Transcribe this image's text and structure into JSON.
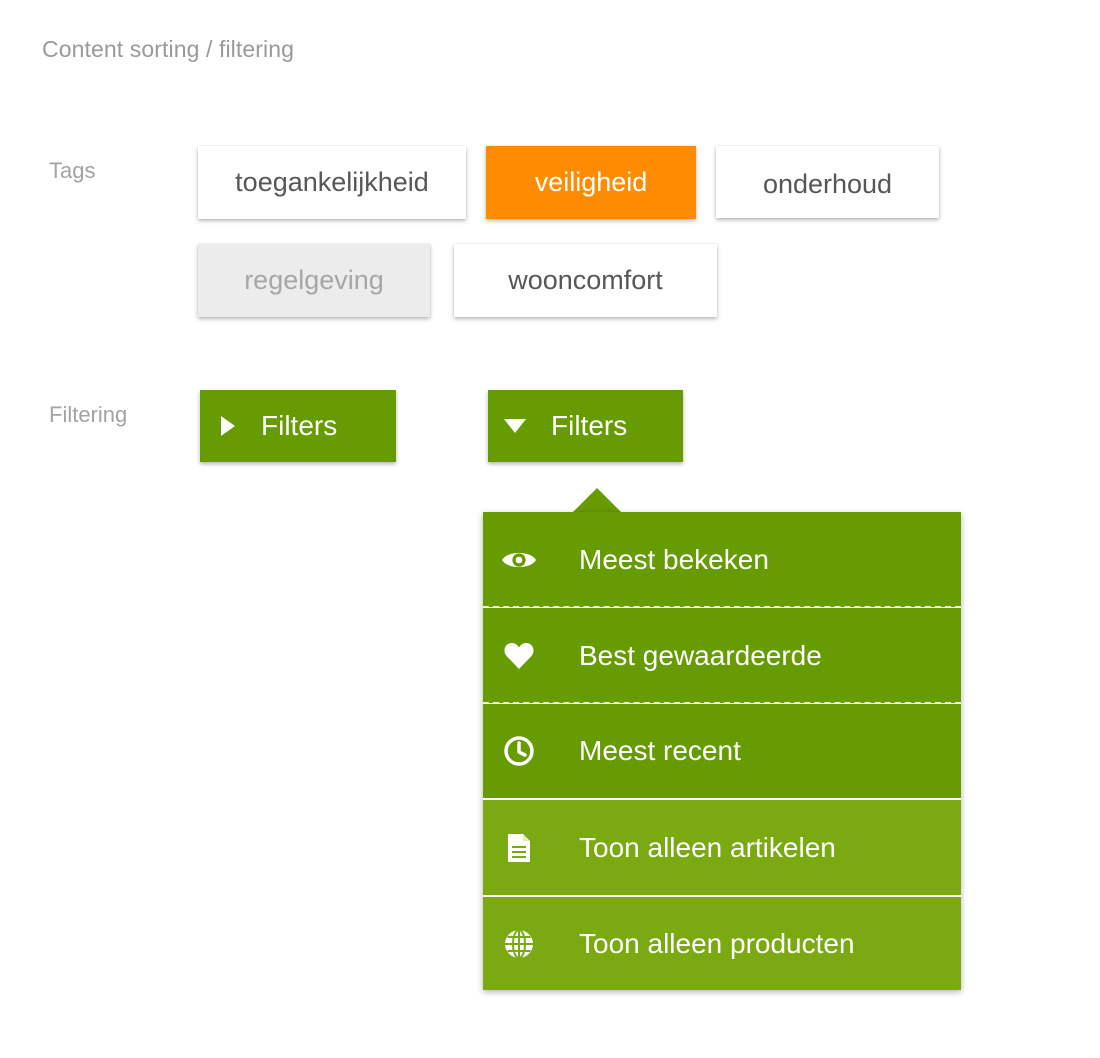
{
  "page": {
    "title": "Content sorting / filtering"
  },
  "tags_section": {
    "label": "Tags",
    "tags": [
      {
        "label": "toegankelijkheid",
        "state": "default"
      },
      {
        "label": "veiligheid",
        "state": "active"
      },
      {
        "label": "onderhoud",
        "state": "default"
      },
      {
        "label": "regelgeving",
        "state": "disabled"
      },
      {
        "label": "wooncomfort",
        "state": "default"
      }
    ]
  },
  "filtering_section": {
    "label": "Filtering",
    "collapsed_button": {
      "label": "Filters",
      "icon": "caret-right-icon"
    },
    "expanded_button": {
      "label": "Filters",
      "icon": "caret-down-icon"
    },
    "dropdown_items": [
      {
        "label": "Meest bekeken",
        "icon": "eye-icon"
      },
      {
        "label": "Best gewaardeerde",
        "icon": "heart-icon"
      },
      {
        "label": "Meest recent",
        "icon": "clock-icon"
      },
      {
        "label": "Toon alleen artikelen",
        "icon": "document-icon"
      },
      {
        "label": "Toon alleen producten",
        "icon": "globe-icon"
      }
    ]
  },
  "colors": {
    "accent_orange": "#ff8c00",
    "filter_green": "#669b01",
    "filter_green_light": "#7aa912",
    "disabled_gray": "#ececec"
  }
}
